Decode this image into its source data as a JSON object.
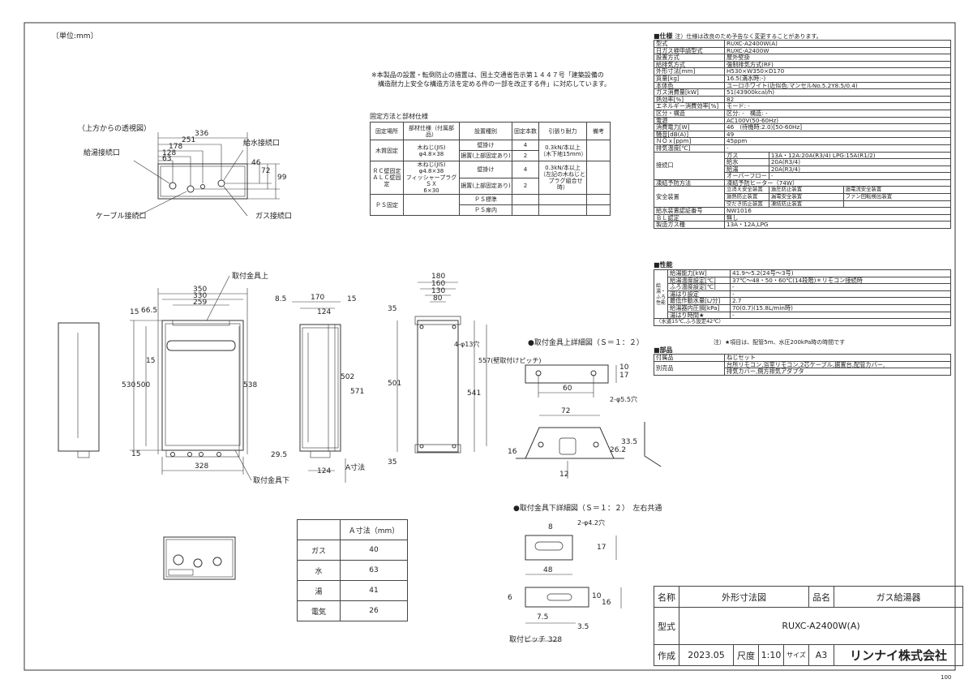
{
  "unit_label": "〔単位:mm〕",
  "top_view": {
    "label": "（上方からの透視図）",
    "dims": [
      "336",
      "251",
      "178",
      "128",
      "63",
      "46",
      "72",
      "99"
    ],
    "callouts": {
      "hot_outlet": "給湯接続口",
      "water_inlet": "給水接続口",
      "cable": "ケーブル接続口",
      "gas": "ガス接続口"
    }
  },
  "note": {
    "line1": "※本製品の設置・転倒防止の措置は、国土交通省告示第１４４７号「建築設備の",
    "line2": "　構造耐力上安全な構造方法を定める件の一部を改正する件」に対応しています。"
  },
  "fixing": {
    "title": "固定方法と部材仕様",
    "headers": [
      "固定場所",
      "部材仕様（付属部品）",
      "設置種別",
      "固定本数",
      "引張り耐力",
      "備考"
    ],
    "wood": {
      "place": "木質固定",
      "spec1": "木ねじ(JIS)",
      "spec2": "φ4.8×38",
      "type1": "壁掛け",
      "type2": "据置(上部固定あり)",
      "n1": "4",
      "n2": "2",
      "str1": "0.3kN/本以上",
      "str2": "（木下地15mm）"
    },
    "rc": {
      "place1": "ＲＣ壁固定",
      "place2": "ＡＬＣ壁固定",
      "spec1": "木ねじ(JIS)",
      "spec2": "φ4.8×38",
      "spec3": "フィッシャープラグＳＸ",
      "spec4": "6×30",
      "type1": "壁掛け",
      "type2": "据置(上部固定あり)",
      "n1": "4",
      "n2": "2",
      "str1": "0.3kN/本以上",
      "str2": "（左記の木ねじと",
      "str3": "　プラグ組合せ時）"
    },
    "ps": {
      "place": "ＰＳ固定",
      "type1": "ＰＳ標準",
      "type2": "ＰＳ扉内"
    }
  },
  "front_view": {
    "label_top": "取付金具上",
    "label_bottom": "取付金具下",
    "dims": [
      "350",
      "330",
      "259",
      "15",
      "66.5",
      "530",
      "500",
      "15",
      "538",
      "15",
      "328",
      "29.5"
    ]
  },
  "side_view": {
    "dims": [
      "8.5",
      "170",
      "15",
      "124",
      "502",
      "571",
      "124",
      "A寸法"
    ]
  },
  "back_view": {
    "dims": [
      "180",
      "160",
      "130",
      "80",
      "35",
      "501",
      "541",
      "557(壁取付けピッチ)",
      "35",
      "4-φ13穴"
    ]
  },
  "bracket_top": {
    "title": "●取付金具上詳細図（Ｓ＝１：２）",
    "dims": [
      "60",
      "10",
      "17",
      "2-φ5.5穴",
      "72",
      "16",
      "12",
      "26.2",
      "33.5"
    ]
  },
  "bracket_bottom": {
    "title": "●取付金具下詳細図（Ｓ＝１：２）　左右共通",
    "dims": [
      "8",
      "2-φ4.2穴",
      "17",
      "48",
      "10",
      "6",
      "16",
      "7.5",
      "3.5",
      "取付ピッチ 328"
    ]
  },
  "a_dims": {
    "header": "Ａ寸法（mm）",
    "rows": [
      {
        "name": "ガス",
        "value": "40"
      },
      {
        "name": "水",
        "value": "63"
      },
      {
        "name": "湯",
        "value": "41"
      },
      {
        "name": "電気",
        "value": "26"
      }
    ]
  },
  "spec": {
    "title": "■仕様",
    "note": "注）仕様は改良のため予告なく変更することがあります。",
    "rows": [
      [
        "型式",
        "RUXC-A2400W(A)"
      ],
      [
        "日ガス検申請型式",
        "RUXC-A2400W"
      ],
      [
        "設置方式",
        "屋外壁掛"
      ],
      [
        "給排気方式",
        "強制排気方式(RF)"
      ],
      [
        "外形寸法[mm]",
        "H530×W350×D170"
      ],
      [
        "質量[kg]",
        "16.5(満水時:-)"
      ],
      [
        "本体色",
        "ユーロホワイト(近似色:マンセルNo.5.2Y8.5/0.4)"
      ],
      [
        "ガス消費量[kW]",
        "51(43900kcal/h)"
      ],
      [
        "熱効率[%]",
        "82"
      ],
      [
        "エネルギー消費効率[%]",
        "モード: -"
      ],
      [
        "区分・構造",
        "区分: -　構造: -"
      ],
      [
        "電源",
        "AC100V(50-60Hz)"
      ],
      [
        "消費電力[W]",
        "46　(待機時:2.0)[50-60Hz]"
      ],
      [
        "騒音[dB(A)]",
        "49"
      ],
      [
        "ＮＯｘ[ppm]",
        "45ppm"
      ],
      [
        "排気温度[℃]",
        "-"
      ]
    ],
    "conn_label": "接続口",
    "conn": [
      [
        "ガス",
        "13A・12A:20A(R3/4) LPG:15A(R1/2)"
      ],
      [
        "給水",
        "20A(R3/4)"
      ],
      [
        "給湯",
        "20A(R3/4)"
      ],
      [
        "オーバーフロー",
        "-"
      ]
    ],
    "freeze": [
      "凍結予防方法",
      "凍結予防ヒーター（74W）"
    ],
    "safety_label": "安全装置",
    "safety": [
      [
        "立消え安全装置",
        "過圧防止装置",
        "過電流安全装置"
      ],
      [
        "過熱防止装置",
        "漏電安全装置",
        "ファン回転検出装置"
      ],
      [
        "空だき防止装置",
        "凍結防止装置",
        ""
      ]
    ],
    "tail": [
      [
        "給水装置認証番号",
        "NW1016"
      ],
      [
        "ＢＬ認定",
        "無し"
      ],
      [
        "製造ガス種",
        "13A・12A,LPG"
      ]
    ]
  },
  "perf": {
    "title": "■性能",
    "side": "給湯・ふろ性能",
    "rows": [
      [
        "給湯能力[kW]",
        "41.9～5.2(24号～3号)"
      ],
      [
        "給湯温度設定[℃]",
        "37℃～48・50・60℃(14段階)＊リモコン接続時"
      ],
      [
        "ふろ温度設定[℃]",
        "-"
      ],
      [
        "湯はり設定",
        "-"
      ],
      [
        "最低作動水量[L/分]",
        "2.7"
      ],
      [
        "給湯器内圧損[kPa]",
        "70(0.7)(15.8L/min時)"
      ],
      [
        "湯はり時間★",
        "-"
      ]
    ],
    "sub": "（水道15℃,ふろ設定42℃）",
    "footnote": "注）★項目は、配管5m、水圧200kPa時の時間です"
  },
  "parts": {
    "title": "■部品",
    "rows": [
      [
        "付属品",
        "ねじセット"
      ],
      [
        "別売品",
        "台所リモコン,浴室リモコン,2芯ケーブル,据置台,配管カバー,"
      ],
      [
        "",
        "排気カバー,側方排気アダプタ"
      ]
    ]
  },
  "title_block": {
    "name_label": "名称",
    "name_value": "外形寸法図",
    "prod_label": "品名",
    "prod_value": "ガス給湯器",
    "model_label": "型式",
    "model_value": "RUXC-A2400W(A)",
    "made_label": "作成",
    "made_value": "2023.05",
    "scale_label": "尺度",
    "scale_value": "1:10",
    "size_label": "サイズ",
    "size_value": "A3",
    "company": "リンナイ株式会社"
  },
  "page_number": "100"
}
